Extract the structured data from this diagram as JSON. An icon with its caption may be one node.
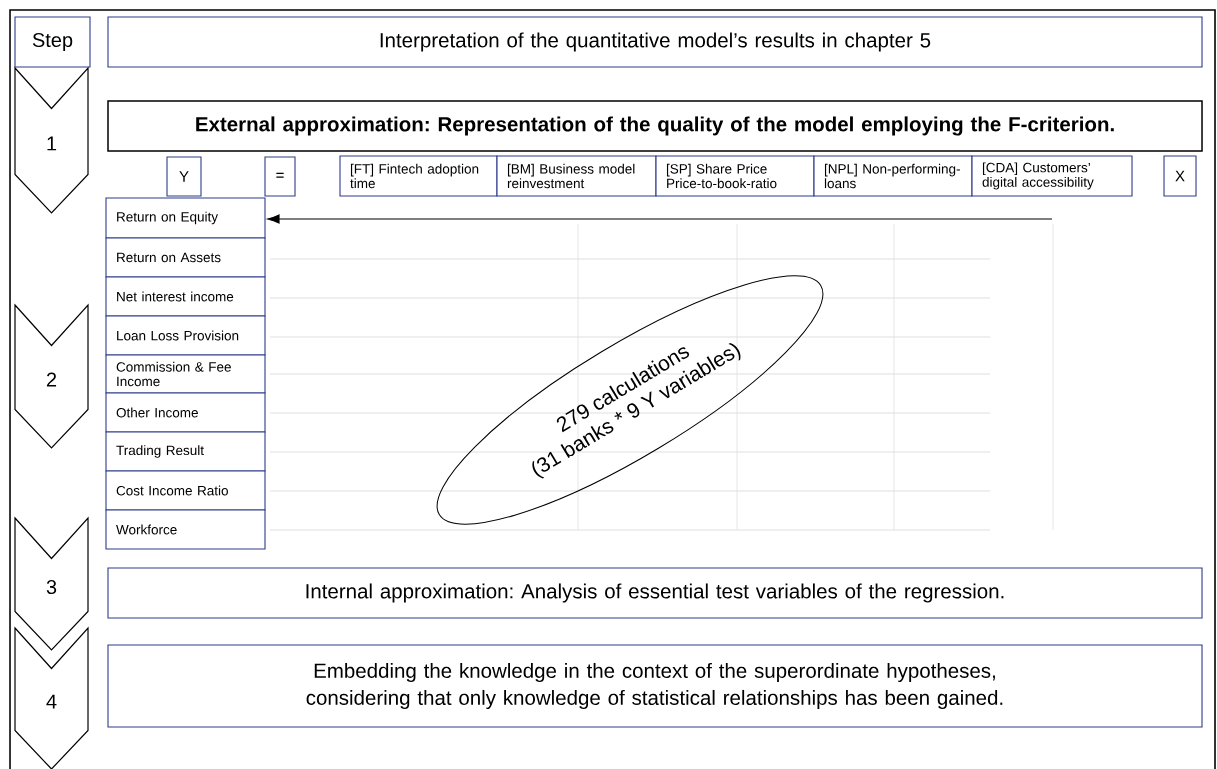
{
  "diagram": {
    "nodes": [
      {
        "text": [
          "Step"
        ]
      },
      {
        "text": [
          "Interpretation of the quantitative model’s results in chapter 5"
        ]
      },
      {
        "text": [
          "1"
        ]
      },
      {
        "text": [
          "External approximation: Representation of the quality of the model employing the F-criterion."
        ]
      },
      {
        "text": [
          "Y"
        ]
      },
      {
        "text": [
          "="
        ]
      },
      {
        "text": [
          "[FT] Fintech adoption time"
        ]
      },
      {
        "text": [
          "[BM] Business model reinvestment"
        ]
      },
      {
        "text": [
          "[SP] Share Price Price-to-book-ratio"
        ]
      },
      {
        "text": [
          "[NPL] Non-performing-loans"
        ]
      },
      {
        "text": [
          "[CDA] Customers’ digital accessibility"
        ]
      },
      {
        "text": [
          "X"
        ]
      },
      {
        "text": [
          "Return on Equity"
        ]
      },
      {
        "text": [
          "Return on Assets"
        ]
      },
      {
        "text": [
          "Net interest income"
        ]
      },
      {
        "text": [
          "Loan Loss Provision"
        ]
      },
      {
        "text": [
          "Commission & Fee Income"
        ]
      },
      {
        "text": [
          "Other Income"
        ]
      },
      {
        "text": [
          "Trading Result"
        ]
      },
      {
        "text": [
          "Cost Income Ratio"
        ]
      },
      {
        "text": [
          "Workforce"
        ]
      },
      {
        "text": [
          "279 calculations",
          "(31 banks * 9 Y variables)"
        ]
      },
      {
        "text": [
          "2"
        ]
      },
      {
        "text": [
          "3"
        ]
      },
      {
        "text": [
          "Internal approximation: Analysis of essential test variables of the regression."
        ]
      },
      {
        "text": [
          "4"
        ]
      },
      {
        "text": [
          "Embedding the knowledge in the context of the superordinate hypotheses, considering that only knowledge of statistical relationships has been gained."
        ]
      }
    ],
    "edges": [
      {
        "from": null,
        "to": 12,
        "arrow": "to"
      }
    ]
  }
}
